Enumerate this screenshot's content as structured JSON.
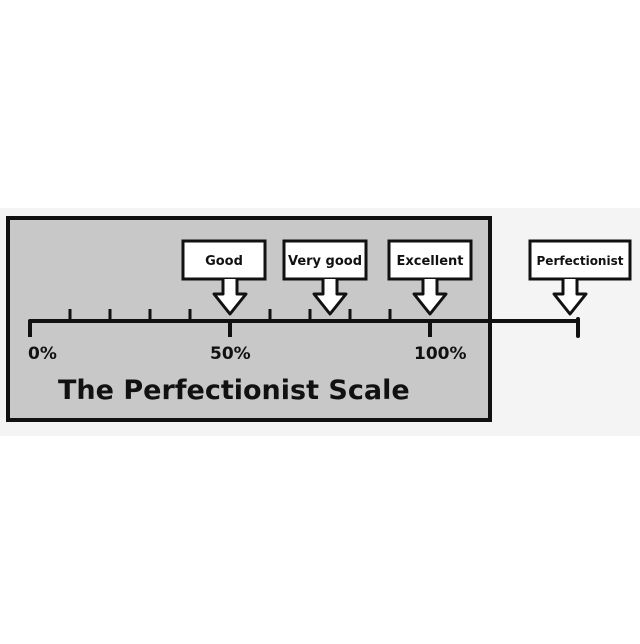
{
  "title": "The Perfectionist Scale",
  "scale": {
    "ticks": [
      {
        "value": 0,
        "label": "0%"
      },
      {
        "value": 50,
        "label": "50%"
      },
      {
        "value": 100,
        "label": "100%"
      }
    ]
  },
  "callouts": [
    {
      "label": "Good",
      "value": 50
    },
    {
      "label": "Very good",
      "value": 75
    },
    {
      "label": "Excellent",
      "value": 100
    },
    {
      "label": "Perfectionist",
      "value": 135
    }
  ],
  "colors": {
    "panel_fill": "#c8c8c8",
    "ink": "#111111",
    "callout_fill": "#ffffff"
  }
}
